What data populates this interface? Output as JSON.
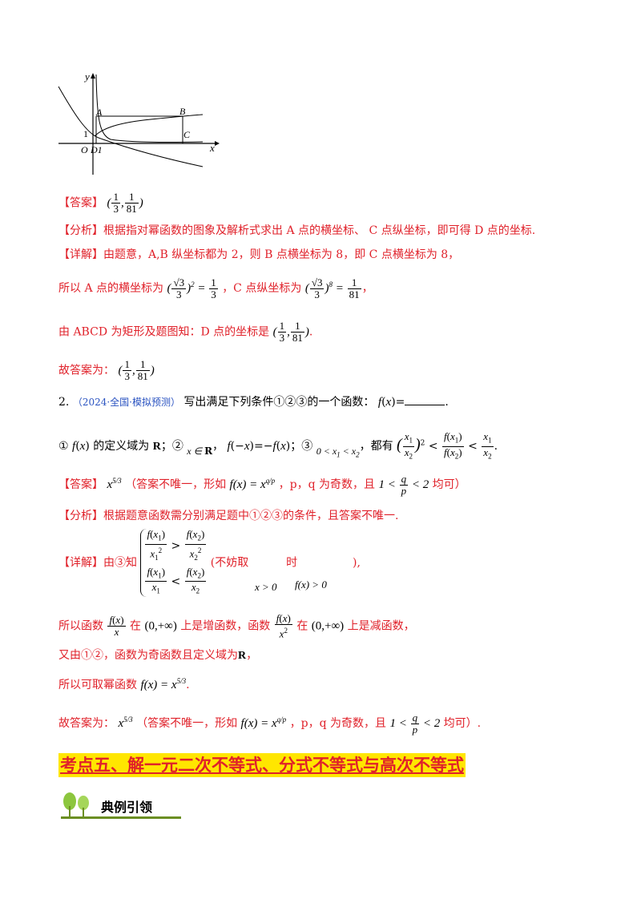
{
  "graph": {
    "axis_y": "y",
    "axis_x": "x",
    "point_a": "A",
    "point_b": "B",
    "point_c": "C",
    "origin": "O",
    "d1": "D1",
    "one": "1"
  },
  "q1": {
    "answer_tag": "【答案】",
    "answer_num1": "1",
    "answer_den1": "3",
    "answer_num2": "1",
    "answer_den2": "81",
    "analysis_tag": "【分析】",
    "analysis_text": "根据指对幂函数的图象及解析式求出 A 点的横坐标、 C 点纵坐标，即可得 D 点的坐标.",
    "detail_tag": "【详解】",
    "detail_text": "由题意，A,B 纵坐标都为 2，则 B 点横坐标为 8，即 C 点横坐标为 8，",
    "line1_a": "所以 A 点的横坐标为",
    "line1_b": "，C 点纵坐标为",
    "line2_a": "由 ABCD 为矩形及题图知：D 点的坐标是",
    "final": "故答案为："
  },
  "q2": {
    "number": "2.",
    "source": "（2024·全国·模拟预测）",
    "stem": "写出满足下列条件①②③的一个函数：",
    "cond1": "① f(x) 的定义域为 R；② x∈R，f(−x)=−f(x)；③ 0<x₁<x₂，都有",
    "answer_tag": "【答案】",
    "answer_text": "（答案不唯一，形如",
    "answer_text2": "，p，q 为奇数，且",
    "answer_text3": "均可）",
    "analysis_tag": "【分析】",
    "analysis_text": "根据题意函数需分别满足题中①②③的条件，且答案不唯一.",
    "detail_tag": "【详解】",
    "detail_text": "由③知",
    "detail_note": "(不妨取",
    "detail_note2": "时",
    "detail_note3": "),",
    "cond_x": "x > 0",
    "cond_f": "f(x) > 0",
    "line1_a": "所以函数",
    "line1_b": "在",
    "line1_c": "上是增函数，函数",
    "line1_d": "在",
    "line1_e": "上是减函数，",
    "interval": "(0,+∞)",
    "line2": "又由①②，函数为奇函数且定义域为",
    "line2_r": "R",
    "line3": "所以可取幂函数",
    "final_a": "故答案为：",
    "final_b": "（答案不唯一，形如",
    "final_c": "，p，q 为奇数，且",
    "final_d": "均可）."
  },
  "section": {
    "heading": "考点五、解一元二次不等式、分式不等式与高次不等式",
    "sub": "典例引领"
  }
}
